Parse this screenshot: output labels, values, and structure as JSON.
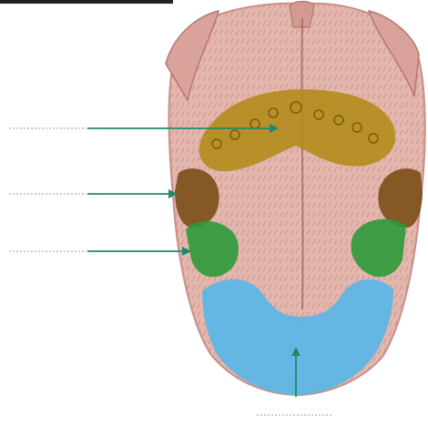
{
  "diagram": {
    "subject": "tongue-taste-regions",
    "colors": {
      "background": "#ffffff",
      "tongue_base": "#e3b6ae",
      "tongue_edge": "#c99088",
      "texture": "#b97c74",
      "midline": "#9a5e58",
      "bitter_region": "#b08a12",
      "sour_region": "#7a4e17",
      "salty_region": "#2c9a3a",
      "sweet_region": "#5ab6e6",
      "arrow": "#1f8a6a",
      "blank_line": "#9a9a9a"
    },
    "label_blanks": [
      {
        "id": "blank-1",
        "text": ""
      },
      {
        "id": "blank-2",
        "text": ""
      },
      {
        "id": "blank-3",
        "text": ""
      },
      {
        "id": "blank-4",
        "text": ""
      }
    ]
  }
}
